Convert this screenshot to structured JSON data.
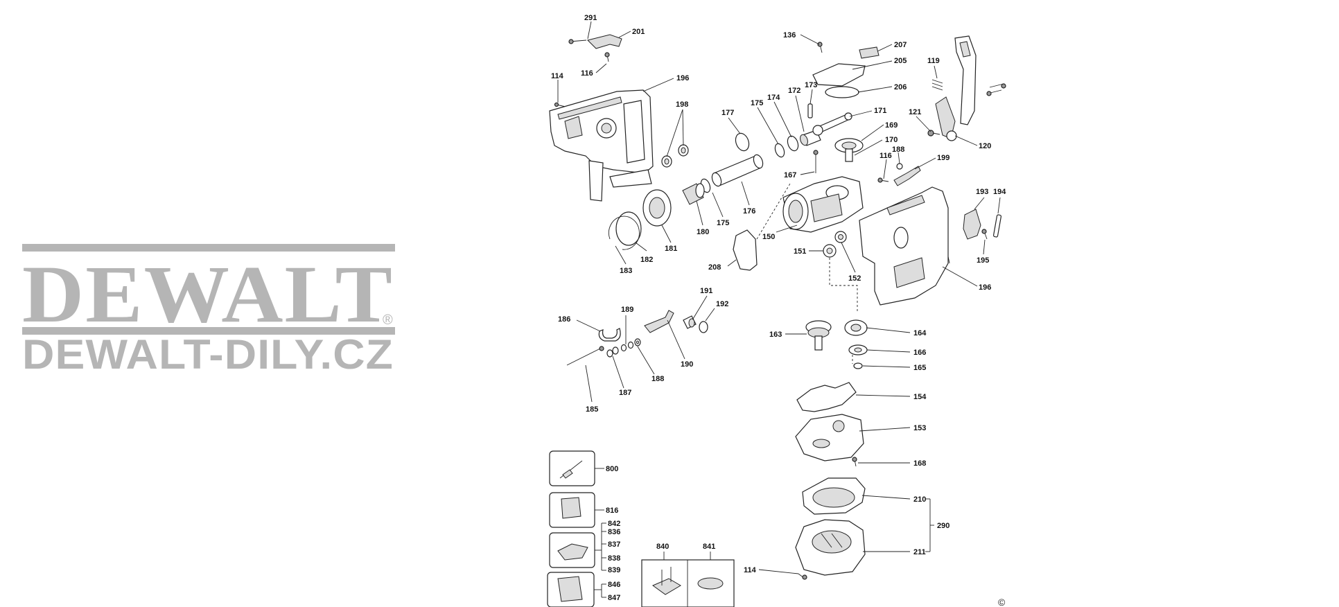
{
  "watermark": {
    "brand": "DEWALT",
    "registered": "®",
    "site": "DEWALT-DILY.CZ"
  },
  "copyright": "©",
  "parts": {
    "p291": "291",
    "p201": "201",
    "p114a": "114",
    "p116a": "116",
    "p196a": "196",
    "p198": "198",
    "p177": "177",
    "p175a": "175",
    "p174": "174",
    "p172": "172",
    "p173": "173",
    "p136": "136",
    "p207": "207",
    "p205": "205",
    "p206": "206",
    "p171": "171",
    "p169": "169",
    "p170": "170",
    "p119": "119",
    "p121": "121",
    "p120": "120",
    "p116b": "116",
    "p188a": "188",
    "p199": "199",
    "p167": "167",
    "p176": "176",
    "p175b": "175",
    "p180": "180",
    "p181": "181",
    "p182": "182",
    "p183": "183",
    "p208": "208",
    "p150": "150",
    "p151": "151",
    "p152": "152",
    "p193": "193",
    "p194": "194",
    "p195": "195",
    "p196b": "196",
    "p191": "191",
    "p192": "192",
    "p189": "189",
    "p186": "186",
    "p190": "190",
    "p188b": "188",
    "p187": "187",
    "p185": "185",
    "p163": "163",
    "p164": "164",
    "p166": "166",
    "p165": "165",
    "p154": "154",
    "p153": "153",
    "p168": "168",
    "p210": "210",
    "p290": "290",
    "p211": "211",
    "p114b": "114",
    "p800": "800",
    "p816": "816",
    "p842": "842",
    "p836": "836",
    "p837": "837",
    "p838": "838",
    "p839": "839",
    "p846": "846",
    "p847": "847",
    "p840": "840",
    "p841": "841"
  }
}
